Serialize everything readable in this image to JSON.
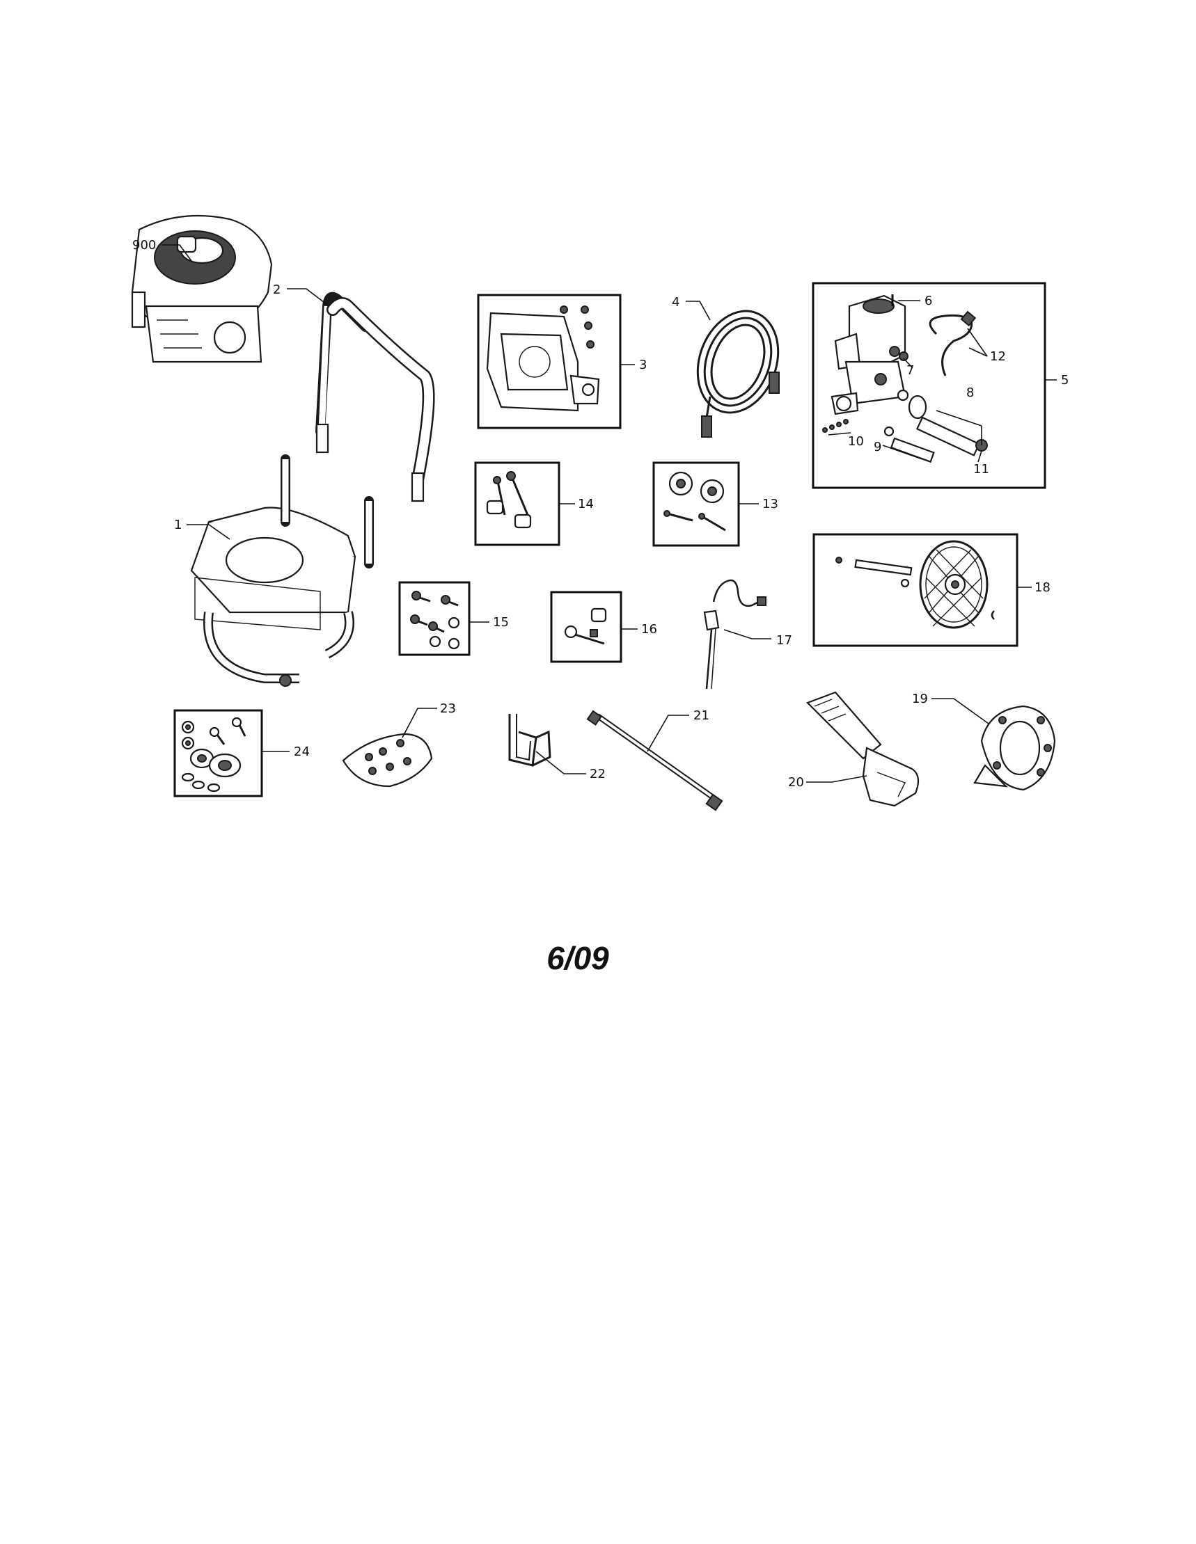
{
  "callouts": {
    "c900": "900",
    "c1": "1",
    "c2": "2",
    "c3": "3",
    "c4": "4",
    "c5": "5",
    "c6": "6",
    "c7": "7",
    "c8": "8",
    "c9": "9",
    "c10": "10",
    "c11": "11",
    "c12": "12",
    "c13": "13",
    "c14": "14",
    "c15": "15",
    "c16": "16",
    "c17": "17",
    "c18": "18",
    "c19": "19",
    "c20": "20",
    "c21": "21",
    "c22": "22",
    "c23": "23",
    "c24": "24"
  },
  "date_stamp": "6/09"
}
